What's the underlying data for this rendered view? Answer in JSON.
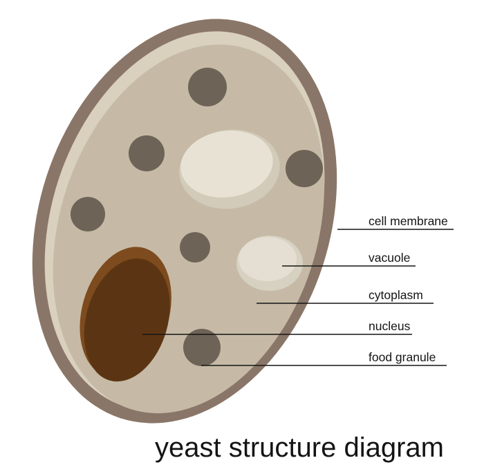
{
  "title": "yeast structure diagram",
  "labels": {
    "cell_membrane": "cell membrane",
    "vacuole": "vacuole",
    "cytoplasm": "cytoplasm",
    "nucleus": "nucleus",
    "food_granule": "food granule"
  },
  "colors": {
    "background": "#ffffff",
    "membrane": "#8a7668",
    "cytoplasm": "#c6baa6",
    "cytoplasm_highlight": "#d9d0be",
    "nucleus": "#5b3513",
    "nucleus_highlight": "#7d4b1e",
    "granule": "#6d6356",
    "vacuole_base": "#d2cbb9",
    "vacuole_highlight": "#e7e2d4",
    "small_vacuole_base": "#d7d1c1",
    "small_vacuole_highlight": "#e4dfd2",
    "line": "#141414",
    "text": "#141414"
  }
}
